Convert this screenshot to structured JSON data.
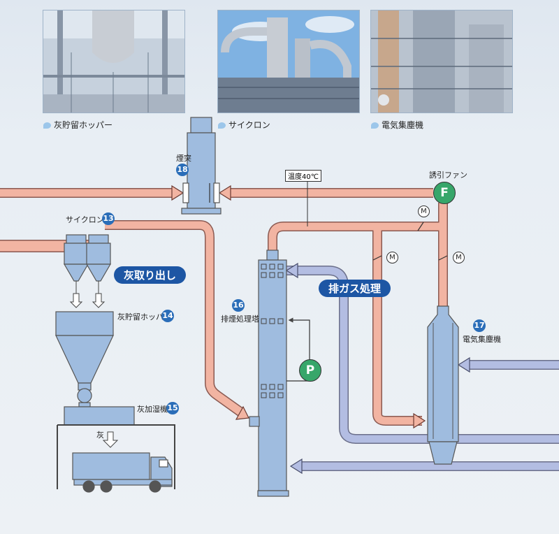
{
  "photos": [
    {
      "caption": "灰貯留ホッパー"
    },
    {
      "caption": "サイクロン"
    },
    {
      "caption": "電気集塵機"
    }
  ],
  "labels": {
    "chimney": "煙突",
    "chimney_no": "18",
    "cyclone": "サイクロン",
    "cyclone_no": "13",
    "hopper": "灰貯留ホッパ",
    "hopper_no": "14",
    "humidifier": "灰加湿機",
    "humidifier_no": "15",
    "scrubber": "排煙処理塔",
    "scrubber_no": "16",
    "esp": "電気集塵機",
    "esp_no": "17",
    "fan": "誘引ファン",
    "ash": "灰",
    "temperature": "温度40℃"
  },
  "sections": {
    "ash_removal": "灰取り出し",
    "gas_treatment": "排ガス処理"
  },
  "symbols": {
    "fan": "F",
    "pump": "P",
    "motor": "M"
  },
  "colors": {
    "hot_pipe": "#f2b4a2",
    "cold_pipe": "#b3bde2",
    "equipment": "#9fbcdf",
    "badge": "#2a6db8",
    "pump": "#37a66a",
    "banner": "#1d56a4"
  }
}
